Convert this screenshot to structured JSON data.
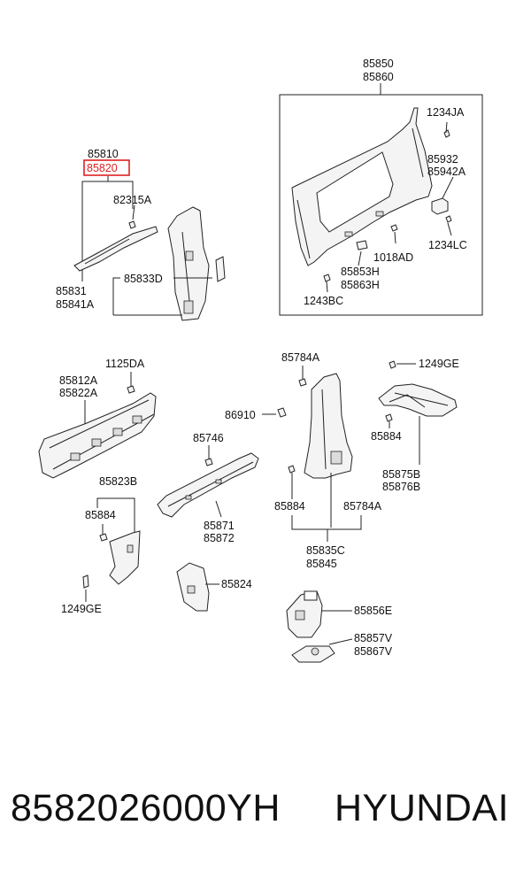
{
  "labels": {
    "g1a": "85850",
    "g1b": "85860",
    "l1234JA": "1234JA",
    "l85932": "85932",
    "l85942A": "85942A",
    "l1234LC": "1234LC",
    "l1018AD": "1018AD",
    "l85853H": "85853H",
    "l85863H": "85863H",
    "l1243BC": "1243BC",
    "l85810": "85810",
    "l85820": "85820",
    "l82315A": "82315A",
    "l85833D": "85833D",
    "l85831": "85831",
    "l85841A": "85841A",
    "l1125DA": "1125DA",
    "l85812A": "85812A",
    "l85822A": "85822A",
    "l85784A_top": "85784A",
    "l1249GE_top": "1249GE",
    "l86910": "86910",
    "l85746": "85746",
    "l85884_r": "85884",
    "l85875B": "85875B",
    "l85876B": "85876B",
    "l85823B": "85823B",
    "l85884_l": "85884",
    "l85884_c": "85884",
    "l85784A_c": "85784A",
    "l85871": "85871",
    "l85872": "85872",
    "l85835C": "85835C",
    "l85845": "85845",
    "l85824": "85824",
    "l1249GE_bot": "1249GE",
    "l85856E": "85856E",
    "l85857V": "85857V",
    "l85867V": "85867V"
  },
  "highlight_color": "#e02020",
  "footer": {
    "part_number": "8582026000YH",
    "brand": "HYUNDAI"
  }
}
